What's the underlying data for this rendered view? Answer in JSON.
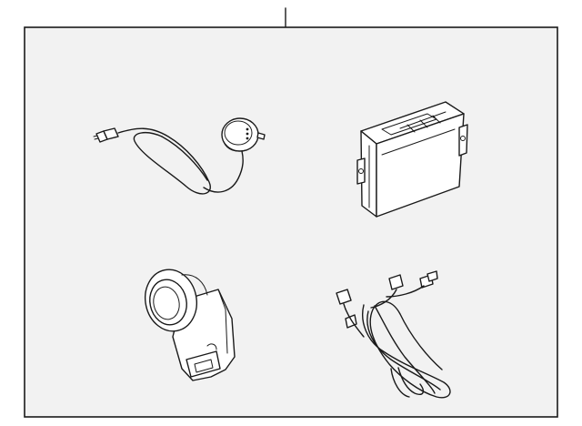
{
  "diagram": {
    "colors": {
      "background": "#ffffff",
      "panel": "#f2f2f2",
      "line": "#1a1a1a"
    },
    "parts": [
      {
        "name": "antenna-sensor-with-cable",
        "icon": "antenna-sensor-icon"
      },
      {
        "name": "control-module",
        "icon": "control-module-icon"
      },
      {
        "name": "sensor-bezel-bracket",
        "icon": "sensor-bracket-icon"
      },
      {
        "name": "wiring-harness",
        "icon": "wiring-harness-icon"
      }
    ]
  }
}
